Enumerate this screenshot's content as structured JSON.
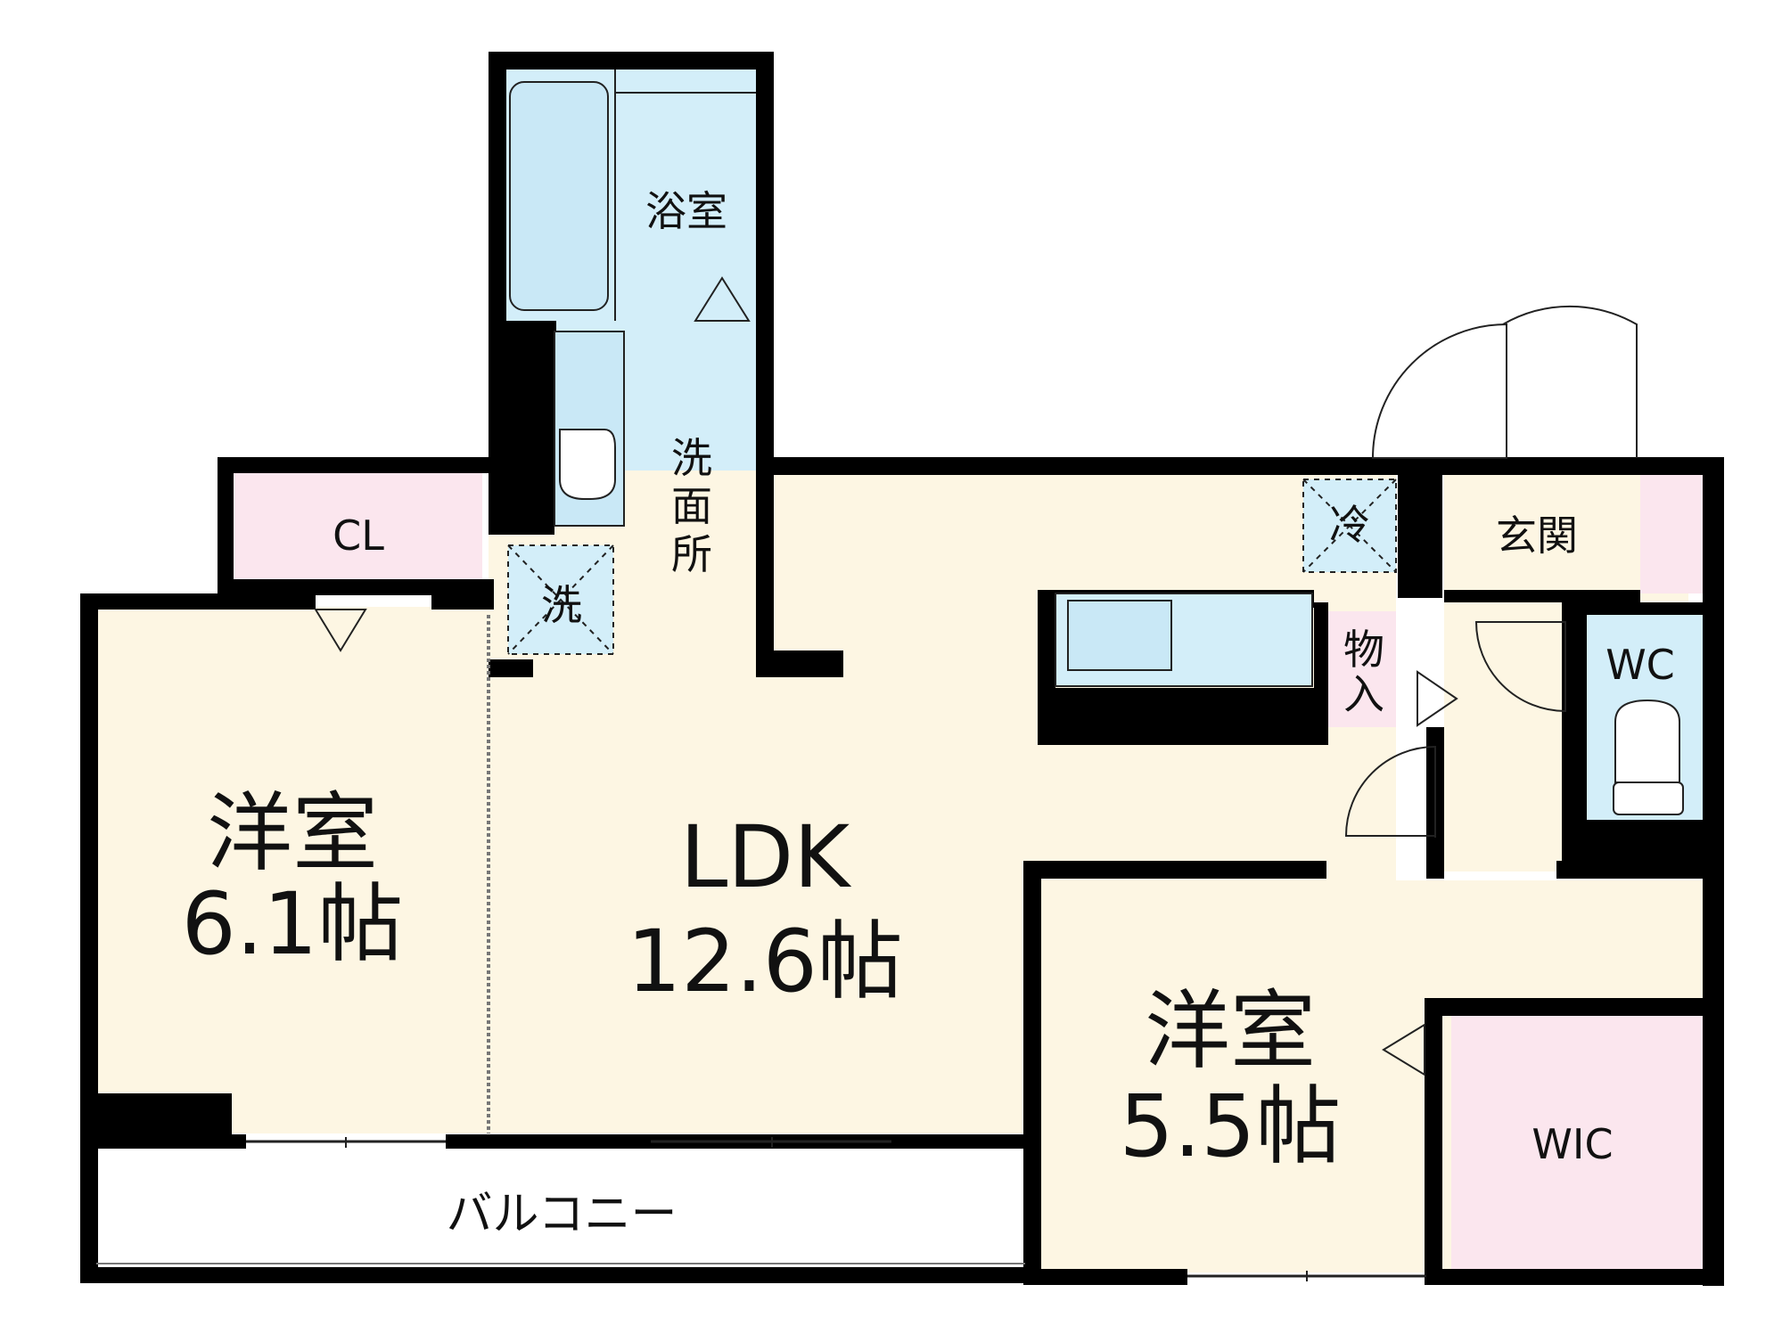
{
  "colors": {
    "wall": "#000000",
    "living": "#fdf6e3",
    "wet": "#d3eef9",
    "storage": "#fbe6ee",
    "entrance": "#fdf6e3",
    "balcony": "#ffffff",
    "fixture": "#c9e8f6"
  },
  "rooms": {
    "bath": "浴室",
    "washroom": "洗面所",
    "washer": "洗",
    "closet": "CL",
    "western1_name": "洋室",
    "western1_size": "6.1帖",
    "ldk_name": "LDK",
    "ldk_size": "12.6帖",
    "fridge": "冷",
    "entrance": "玄関",
    "storage": "物入",
    "wc": "WC",
    "western2_name": "洋室",
    "western2_size": "5.5帖",
    "wic": "WIC",
    "balcony": "バルコニー"
  }
}
